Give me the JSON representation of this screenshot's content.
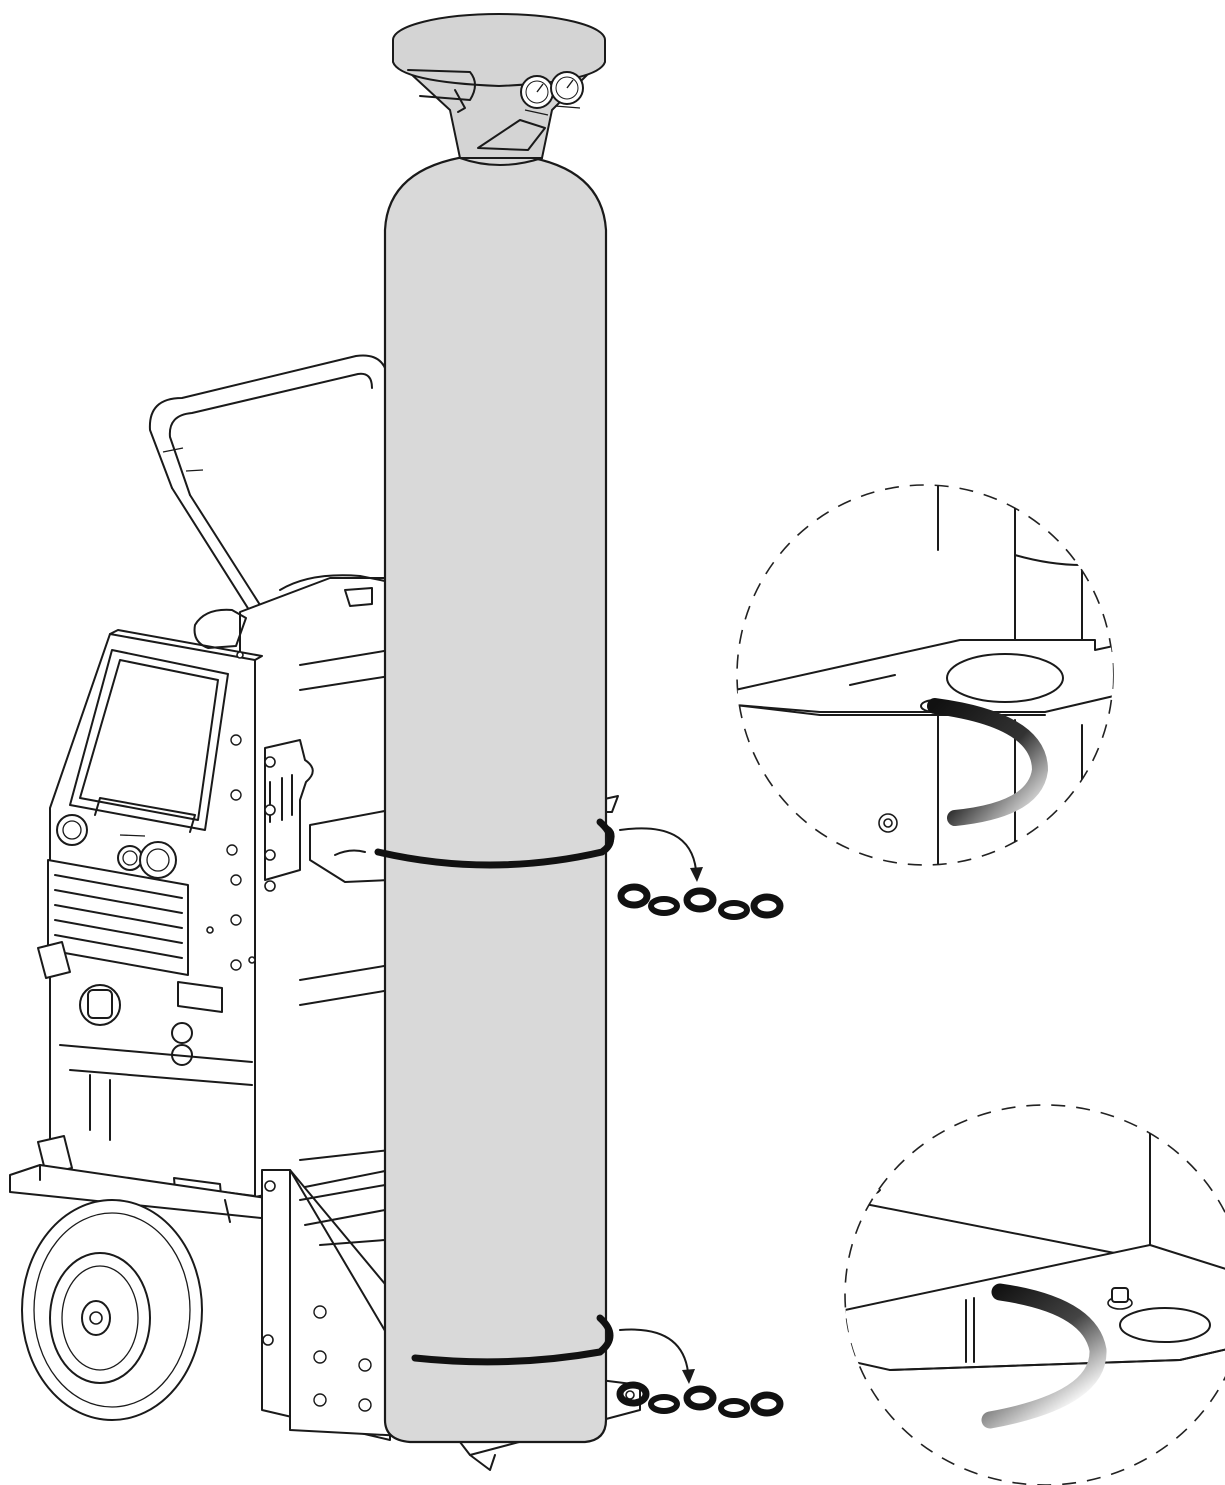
{
  "figure": {
    "subject": "gas-cylinder-on-welding-trolley-secured-with-chains",
    "colors": {
      "line": "#1a1a1a",
      "cylinder_fill": "#d9d9d9",
      "cap_fill": "#d4d4d4",
      "chain": "#111111",
      "background": "#ffffff"
    },
    "callouts": [
      {
        "name": "upper-chain-mount-detail"
      },
      {
        "name": "lower-chain-mount-detail"
      }
    ]
  }
}
